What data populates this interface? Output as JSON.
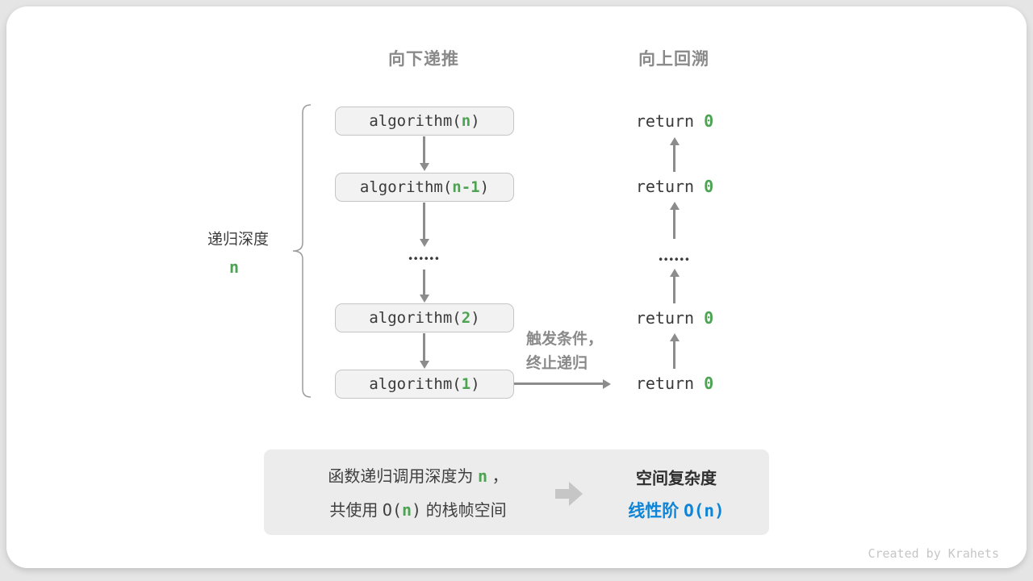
{
  "colors": {
    "green": "#4ca352",
    "blue": "#0d84d6",
    "arrow_gray": "#8c8c8c",
    "header_gray": "#8a8a8a",
    "box_fill": "#f2f2f2",
    "summary_fill": "#ececec"
  },
  "headers": {
    "down": "向下递推",
    "up": "向上回溯"
  },
  "depth": {
    "label": "递归深度",
    "var": "n"
  },
  "call_stack": {
    "boxes": [
      {
        "pre": "algorithm(",
        "arg": "n",
        "post": ")"
      },
      {
        "pre": "algorithm(",
        "arg": "n-1",
        "post": ")"
      },
      {
        "pre": "algorithm(",
        "arg": "2",
        "post": ")"
      },
      {
        "pre": "algorithm(",
        "arg": "1",
        "post": ")"
      }
    ],
    "dots": "••••••",
    "trigger_line1": "触发条件，",
    "trigger_line2": "终止递归"
  },
  "backtrack": {
    "returns": [
      {
        "kw": "return ",
        "val": "0"
      },
      {
        "kw": "return ",
        "val": "0"
      },
      {
        "kw": "return ",
        "val": "0"
      },
      {
        "kw": "return ",
        "val": "0"
      }
    ],
    "dots": "••••••"
  },
  "summary": {
    "line1_pre": "函数递归调用深度为 ",
    "line1_var": "n",
    "line1_post": " ，",
    "line2_pre": "共使用 ",
    "line2_o": "O(",
    "line2_var": "n",
    "line2_close": ")",
    "line2_post": " 的栈帧空间",
    "right_title": "空间复杂度",
    "right_value_text": "线性阶 ",
    "right_value_code": "O(n)"
  },
  "credit": "Created by Krahets"
}
